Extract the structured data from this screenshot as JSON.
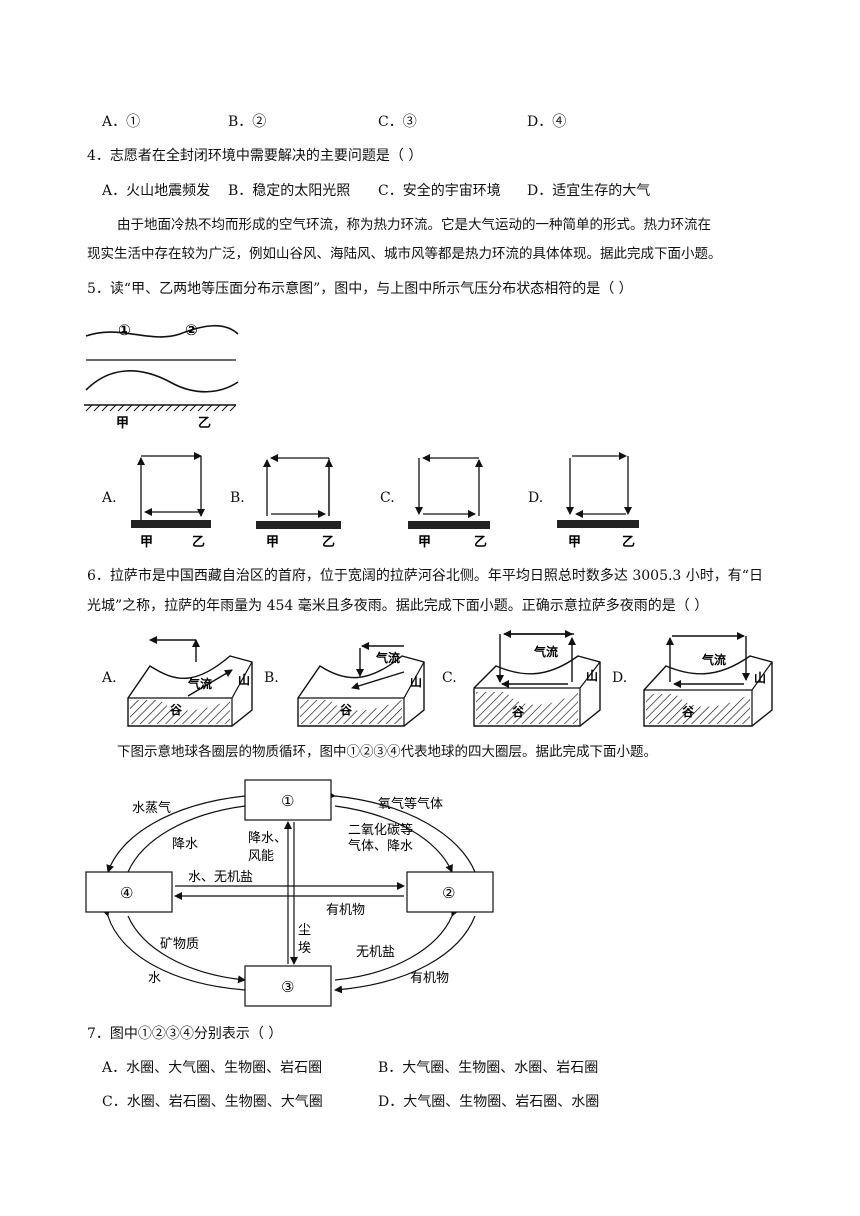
{
  "q3_options": [
    "A．①",
    "B．②",
    "C．③",
    "D．④"
  ],
  "q4": {
    "stem": "4．志愿者在全封闭环境中需要解决的主要问题是（    ）",
    "options": [
      "A．火山地震频发",
      "B．稳定的太阳光照",
      "C．安全的宇宙环境",
      "D．适宜生存的大气"
    ]
  },
  "passage1": [
    "由于地面冷热不均而形成的空气环流，称为热力环流。它是大气运动的一种简单的形式。热力环流在",
    "现实生活中存在较为广泛，例如山谷风、海陆风、城市风等都是热力环流的具体体现。据此完成下面小题。"
  ],
  "q5": {
    "stem": "5．读“甲、乙两地等压面分布示意图”，图中，与上图中所示气压分布状态相符的是（    ）",
    "fig_labels": [
      "①",
      "②",
      "甲",
      "乙"
    ],
    "option_letters": [
      "A.",
      "B.",
      "C.",
      "D."
    ],
    "ground_labels": [
      "甲",
      "乙"
    ]
  },
  "q6": {
    "stem_lines": [
      "6．拉萨市是中国西藏自治区的首府，位于宽阔的拉萨河谷北侧。年平均日照总时数多达 3005.3 小时，有“日",
      "光城”之称，拉萨的年雨量为 454 毫米且多夜雨。据此完成下面小题。正确示意拉萨多夜雨的是（    ）"
    ],
    "option_letters": [
      "A.",
      "B.",
      "C.",
      "D."
    ],
    "fig_labels": {
      "airflow": "气流",
      "mountain": "山",
      "valley": "谷"
    }
  },
  "passage2": "下图示意地球各圈层的物质循环，图中①②③④代表地球的四大圈层。据此完成下面小题。",
  "cycle": {
    "boxes": [
      "①",
      "②",
      "③",
      "④"
    ],
    "labels": {
      "water_vapor": "水蒸气",
      "precip": "降水",
      "precip_wind_1": "降水、",
      "precip_wind_2": "风能",
      "oxygen": "氧气等气体",
      "co2_1": "二氧化碳等",
      "co2_2": "气体、降水",
      "water_salt": "水、无机盐",
      "organic_mid": "有机物",
      "dust_1": "尘",
      "dust_2": "埃",
      "minerals": "矿物质",
      "inorganic_salt": "无机盐",
      "water": "水",
      "organic_bottom": "有机物"
    }
  },
  "q7": {
    "stem": "7．图中①②③④分别表示（    ）",
    "options": [
      "A．水圈、大气圈、生物圈、岩石圈",
      "B．大气圈、生物圈、水圈、岩石圈",
      "C．水圈、岩石圈、生物圈、大气圈",
      "D．大气圈、生物圈、岩石圈、水圈"
    ]
  }
}
